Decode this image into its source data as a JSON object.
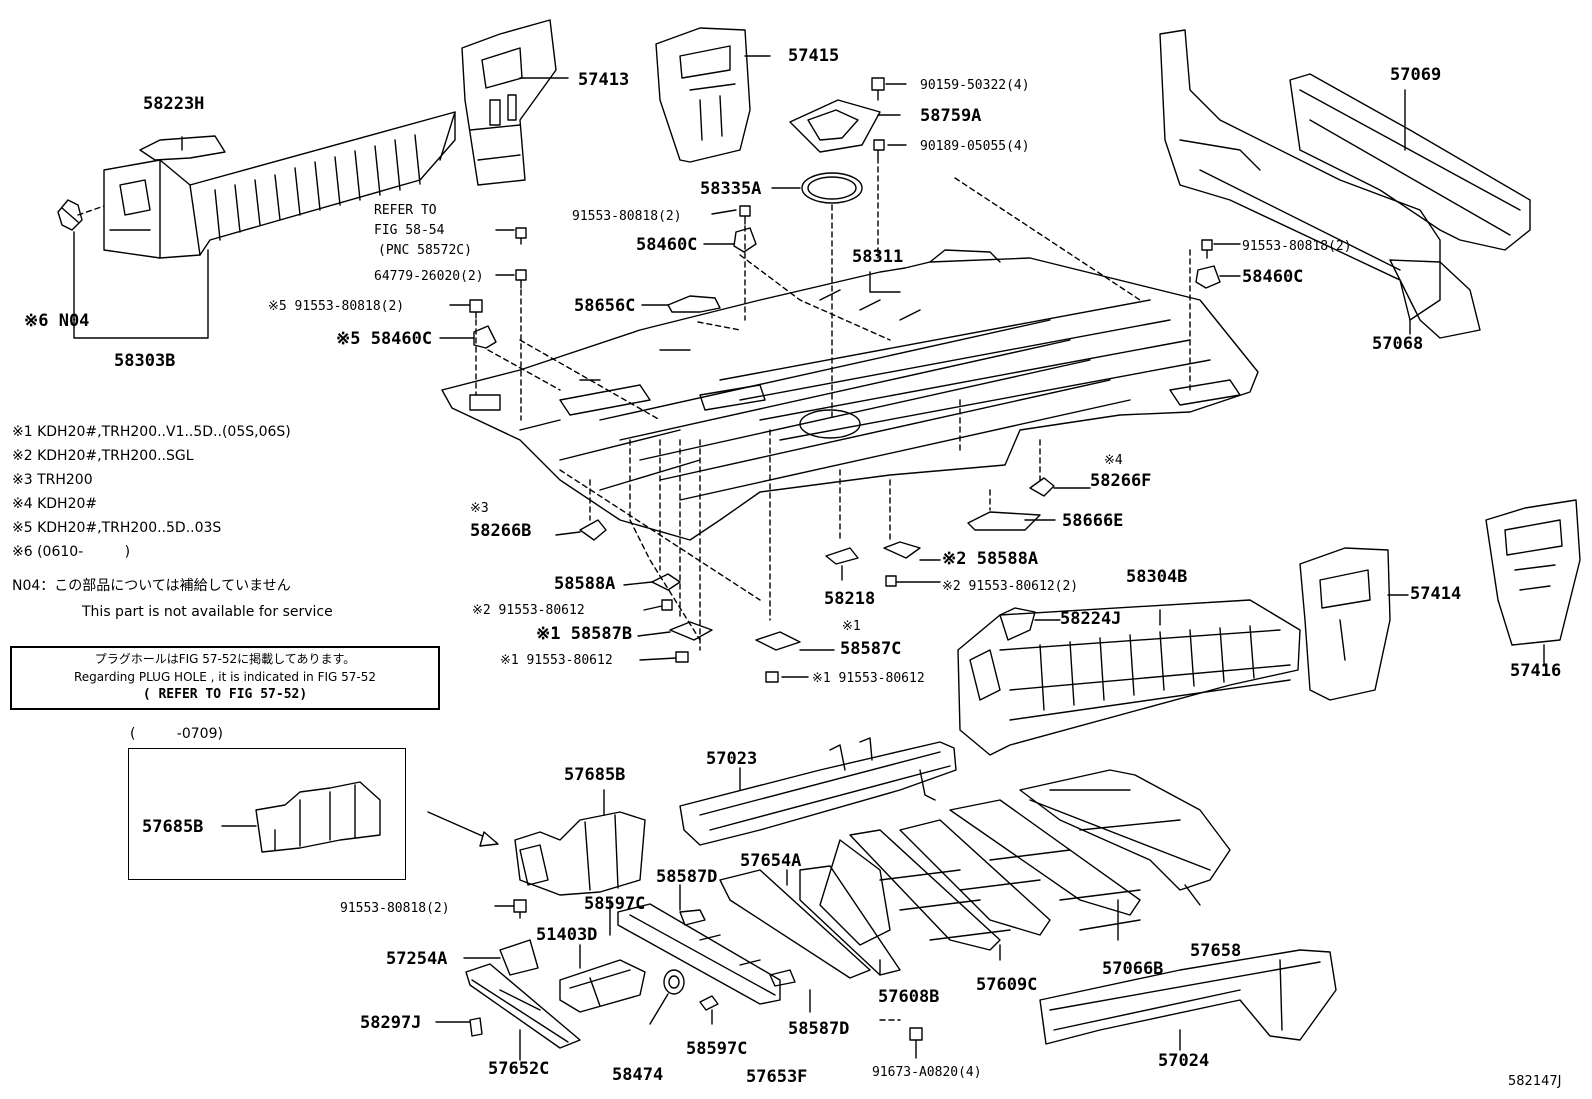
{
  "parts": {
    "p58223H": "58223H",
    "p57413": "57413",
    "p57415": "57415",
    "f90159": "90159-50322(4)",
    "p58759A": "58759A",
    "f90189": "90189-05055(4)",
    "p58335A": "58335A",
    "f91553_a": "91553-80818(2)",
    "p58460C_a": "58460C",
    "p58311": "58311",
    "refer_1": "REFER TO",
    "refer_2": "FIG 58-54",
    "refer_3": "(PNC 58572C)",
    "f64779": "64779-26020(2)",
    "f91553_b": "※5 91553-80818(2)",
    "p58460C_b": "※5 58460C",
    "p58656C": "58656C",
    "n04": "※6 N04",
    "p58303B": "58303B",
    "p57069": "57069",
    "f91553_c": "91553-80818(2)",
    "p58460C_c": "58460C",
    "p57068": "57068",
    "mark4": "※4",
    "p58266F": "58266F",
    "p58666E": "58666E",
    "mark3": "※3",
    "p58266B": "58266B",
    "p58588A_a": "58588A",
    "f91553_80612_a": "※2 91553-80612",
    "p58587B": "※1 58587B",
    "f91553_80612_b": "※1 91553-80612",
    "p58218": "58218",
    "p58588A_b": "※2 58588A",
    "f91553_80612_c": "※2 91553-80612(2)",
    "mark1": "※1",
    "p58587C": "58587C",
    "f91553_80612_d": "※1 91553-80612",
    "p58304B": "58304B",
    "p58224J": "58224J",
    "p57414": "57414",
    "p57416": "57416",
    "p57685B_a": "57685B",
    "p57685B_b": "57685B",
    "inset_range": "( 　 　 -0709)",
    "p57023": "57023",
    "f91553_d": "91553-80818(2)",
    "p58587D_a": "58587D",
    "p57654A": "57654A",
    "p58597C_a": "58597C",
    "p51403D": "51403D",
    "p57254A": "57254A",
    "p58297J": "58297J",
    "p57652C": "57652C",
    "p58474": "58474",
    "p58597C_b": "58597C",
    "p57653F": "57653F",
    "p58587D_b": "58587D",
    "f91673": "91673-A0820(4)",
    "p57608B": "57608B",
    "p57609C": "57609C",
    "p57066B": "57066B",
    "p57658": "57658",
    "p57024": "57024",
    "fig_id": "582147J"
  },
  "notes": [
    "※1 KDH20#,TRH200..V1..5D..(05S,06S)",
    "※2 KDH20#,TRH200..SGL",
    "※3 TRH200",
    "※4 KDH20#",
    "※5 KDH20#,TRH200..5D..03S",
    "※6 (0610- 　 　 )"
  ],
  "n04_note": {
    "jp": "N04：この部品については補給していません",
    "en": "This part is not available for service"
  },
  "plug_box": {
    "jp": "プラグホールはFIG 57-52に掲載してあります。",
    "en": "Regarding PLUG HOLE , it is indicated in FIG 57-52",
    "ref": "( REFER TO FIG 57-52)"
  }
}
